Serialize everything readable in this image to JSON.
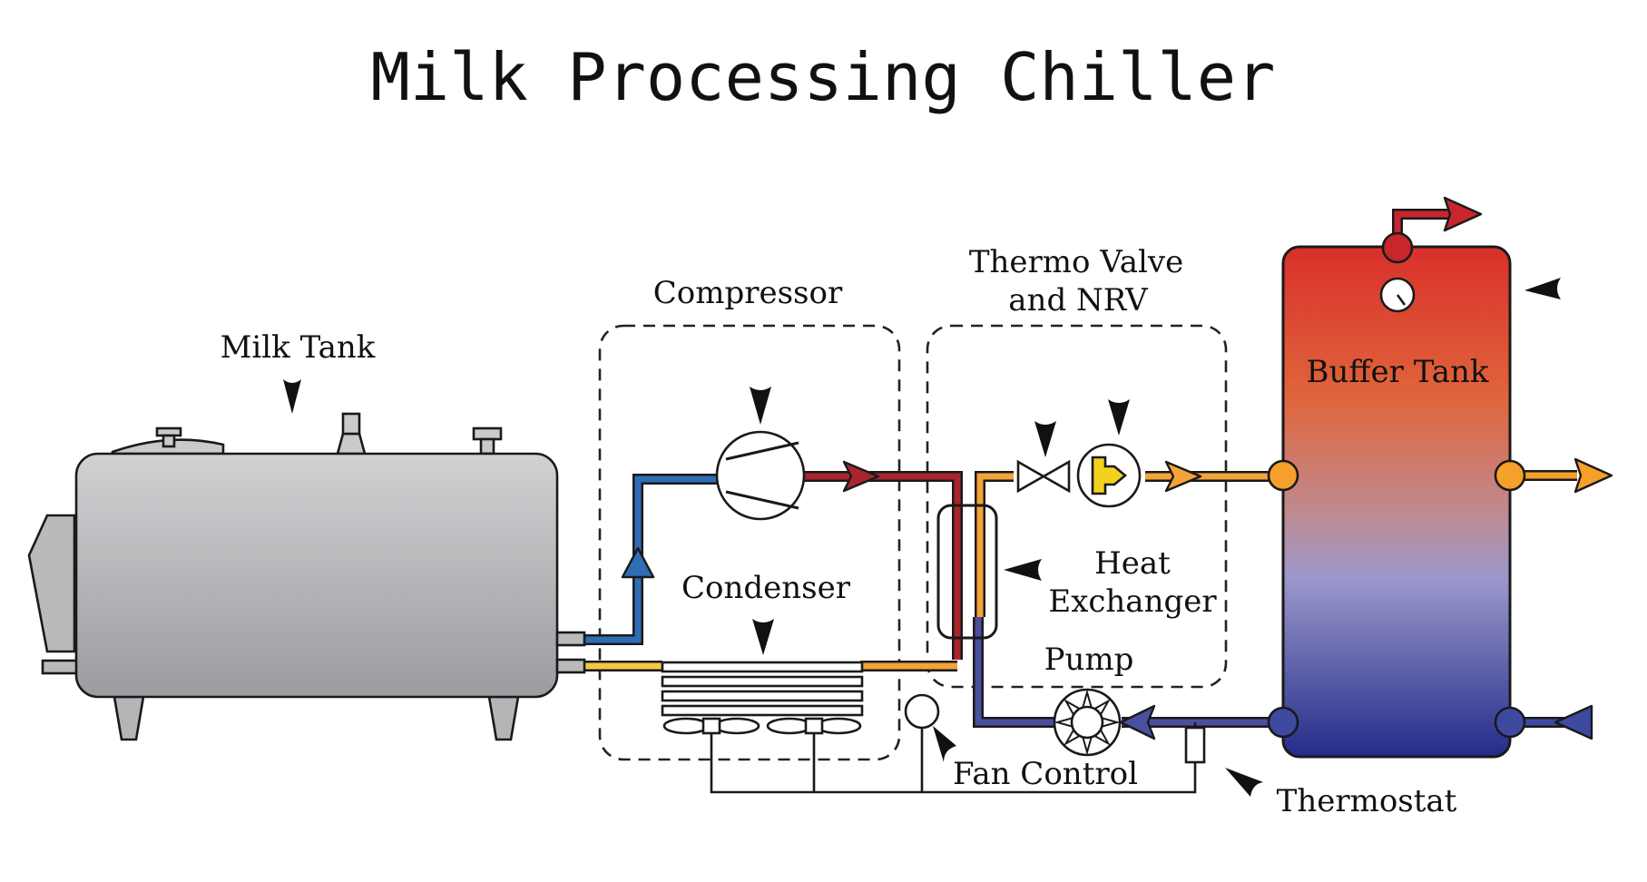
{
  "title": "Milk Processing Chiller",
  "labels": {
    "milk_tank": "Milk Tank",
    "compressor": "Compressor",
    "thermo_valve_line1": "Thermo Valve",
    "thermo_valve_line2": "and NRV",
    "buffer_tank": "Buffer Tank",
    "condenser": "Condenser",
    "heat_exchanger_line1": "Heat",
    "heat_exchanger_line2": "Exchanger",
    "pump": "Pump",
    "fan_control": "Fan Control",
    "thermostat": "Thermostat"
  },
  "colors": {
    "hot_line": "#a8262c",
    "cold_line": "#2f6db5",
    "warm_line": "#f2a33a",
    "yellow_line": "#f4c842",
    "return_line": "#4a4fa0",
    "tank_body": "#b9babc",
    "buffer_top": "#d8312a",
    "buffer_middle": "#9f98c8",
    "buffer_bottom": "#2a3490",
    "valve_yellow": "#f3d21d",
    "orange_port": "#f5a02a",
    "blue_port": "#3d4aa0"
  },
  "icons": [
    "pointer-arrow-icon",
    "compressor-icon",
    "valve-icon",
    "nrv-icon",
    "pump-icon",
    "gauge-icon",
    "fan-icon"
  ]
}
